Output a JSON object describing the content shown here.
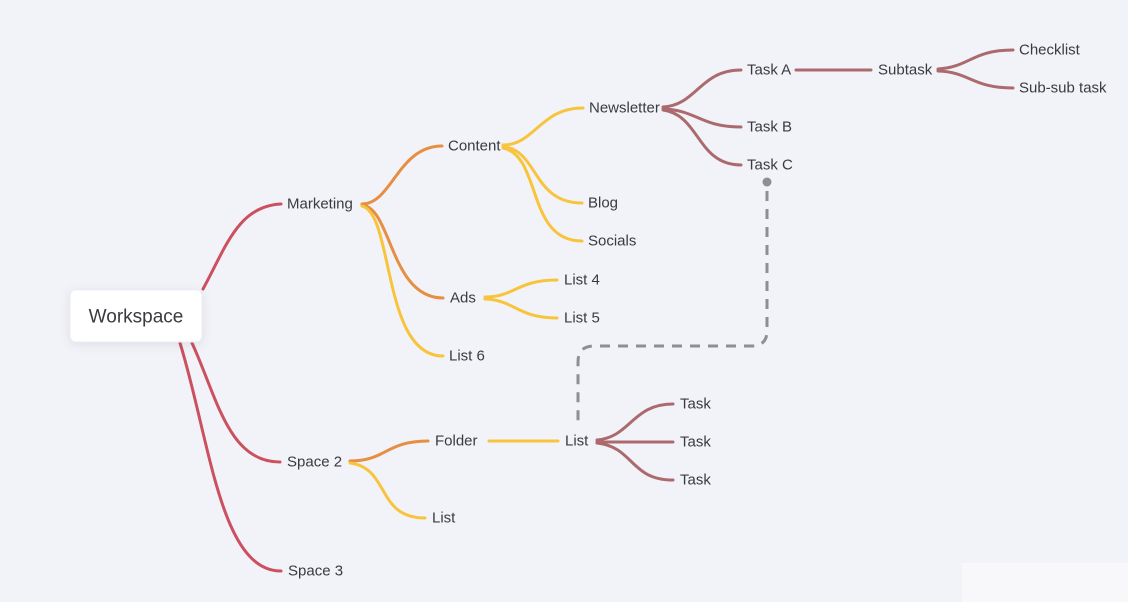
{
  "diagram": {
    "type": "mindmap",
    "root": "Workspace"
  },
  "colors": {
    "background": "#f2f3f8",
    "red": "#cb5060",
    "orange": "#e68e41",
    "yellow": "#f8c43d",
    "maroon": "#ab6b6e",
    "gray": "#8e8e93",
    "text": "#3a3a40",
    "node_bg": "#ffffff"
  },
  "nodes": {
    "workspace": {
      "label": "Workspace",
      "parent": null,
      "branch_color": null
    },
    "marketing": {
      "label": "Marketing",
      "parent": "workspace",
      "branch_color": "#cb5060"
    },
    "content": {
      "label": "Content",
      "parent": "marketing",
      "branch_color": "#e68e41"
    },
    "newsletter": {
      "label": "Newsletter",
      "parent": "content",
      "branch_color": "#f8c43d"
    },
    "task_a": {
      "label": "Task A",
      "parent": "newsletter",
      "branch_color": "#ab6b6e"
    },
    "subtask": {
      "label": "Subtask",
      "parent": "task_a",
      "branch_color": "#ab6b6e"
    },
    "checklist": {
      "label": "Checklist",
      "parent": "subtask",
      "branch_color": "#ab6b6e"
    },
    "sub_sub_task": {
      "label": "Sub-sub task",
      "parent": "subtask",
      "branch_color": "#ab6b6e"
    },
    "task_b": {
      "label": "Task B",
      "parent": "newsletter",
      "branch_color": "#ab6b6e"
    },
    "task_c": {
      "label": "Task C",
      "parent": "newsletter",
      "branch_color": "#ab6b6e"
    },
    "blog": {
      "label": "Blog",
      "parent": "content",
      "branch_color": "#f8c43d"
    },
    "socials": {
      "label": "Socials",
      "parent": "content",
      "branch_color": "#f8c43d"
    },
    "ads": {
      "label": "Ads",
      "parent": "marketing",
      "branch_color": "#e68e41"
    },
    "list_4": {
      "label": "List 4",
      "parent": "ads",
      "branch_color": "#f8c43d"
    },
    "list_5": {
      "label": "List 5",
      "parent": "ads",
      "branch_color": "#f8c43d"
    },
    "list_6": {
      "label": "List 6",
      "parent": "marketing",
      "branch_color": "#f8c43d"
    },
    "space_2": {
      "label": "Space 2",
      "parent": "workspace",
      "branch_color": "#cb5060"
    },
    "folder": {
      "label": "Folder",
      "parent": "space_2",
      "branch_color": "#e68e41"
    },
    "list_mid": {
      "label": "List",
      "parent": "folder",
      "branch_color": "#f8c43d"
    },
    "task_1": {
      "label": "Task",
      "parent": "list_mid",
      "branch_color": "#ab6b6e"
    },
    "task_2": {
      "label": "Task",
      "parent": "list_mid",
      "branch_color": "#ab6b6e"
    },
    "task_3": {
      "label": "Task",
      "parent": "list_mid",
      "branch_color": "#ab6b6e"
    },
    "list_bottom": {
      "label": "List",
      "parent": "space_2",
      "branch_color": "#f8c43d"
    },
    "space_3": {
      "label": "Space 3",
      "parent": "workspace",
      "branch_color": "#cb5060"
    }
  },
  "connector": {
    "from": "Task C",
    "to": "List",
    "style": "dashed",
    "color": "#8e8e93"
  }
}
